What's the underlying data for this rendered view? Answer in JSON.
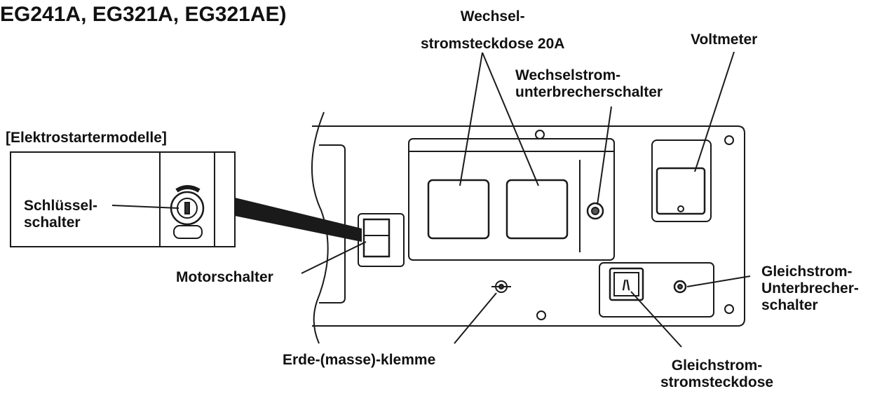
{
  "heading": "EG241A, EG321A, EG321AE)",
  "inset": {
    "title": "[Elektrostartermodelle]",
    "key_switch_label": [
      "Schlüssel-",
      "schalter"
    ]
  },
  "labels": {
    "ac_outlet": [
      "Wechsel-",
      "stromsteckdose 20A"
    ],
    "voltmeter": "Voltmeter",
    "ac_breaker": [
      "Wechselstrom-",
      "unterbrecherschalter"
    ],
    "engine_switch": "Motorschalter",
    "ground_terminal": "Erde-(masse)-klemme",
    "dc_outlet": [
      "Gleichstrom-",
      "stromsteckdose"
    ],
    "dc_breaker": [
      "Gleichstrom-",
      "Unterbrecher-",
      "schalter"
    ]
  },
  "dc_outlet_symbol": "/\\"
}
